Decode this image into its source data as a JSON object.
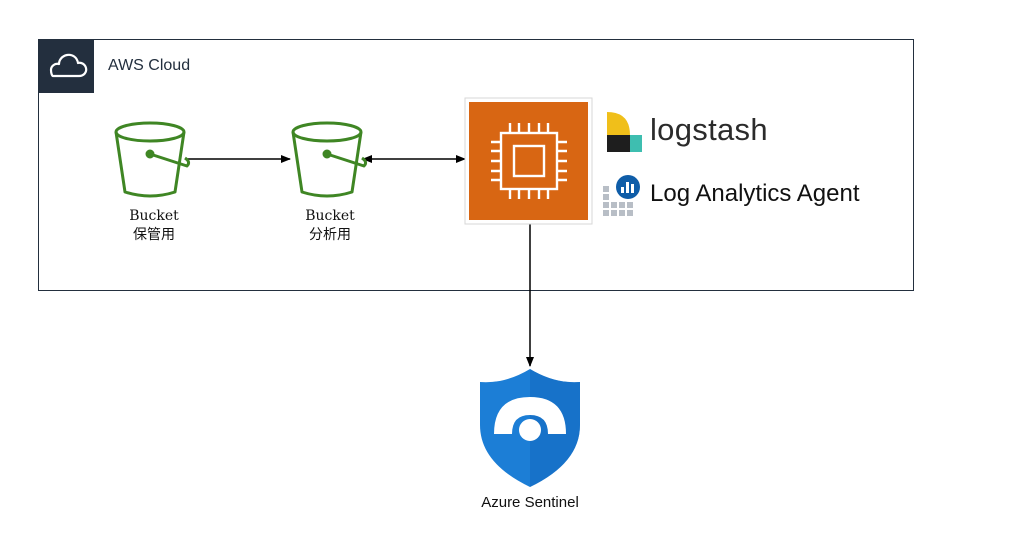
{
  "group": {
    "label": "AWS Cloud"
  },
  "buckets": [
    {
      "title": "Bucket",
      "subtitle": "保管用"
    },
    {
      "title": "Bucket",
      "subtitle": "分析用"
    }
  ],
  "tools": {
    "logstash": "logstash",
    "agent": "Log Analytics Agent"
  },
  "sentinel": {
    "label": "Azure Sentinel"
  },
  "colors": {
    "aws_dark": "#232f3e",
    "s3_green": "#3f8624",
    "ec2_orange": "#d86613",
    "azure_blue": "#0078d4"
  },
  "icons": [
    "cloud-icon",
    "s3-bucket-icon",
    "ec2-instance-icon",
    "logstash-icon",
    "log-analytics-icon",
    "sentinel-shield-icon"
  ]
}
